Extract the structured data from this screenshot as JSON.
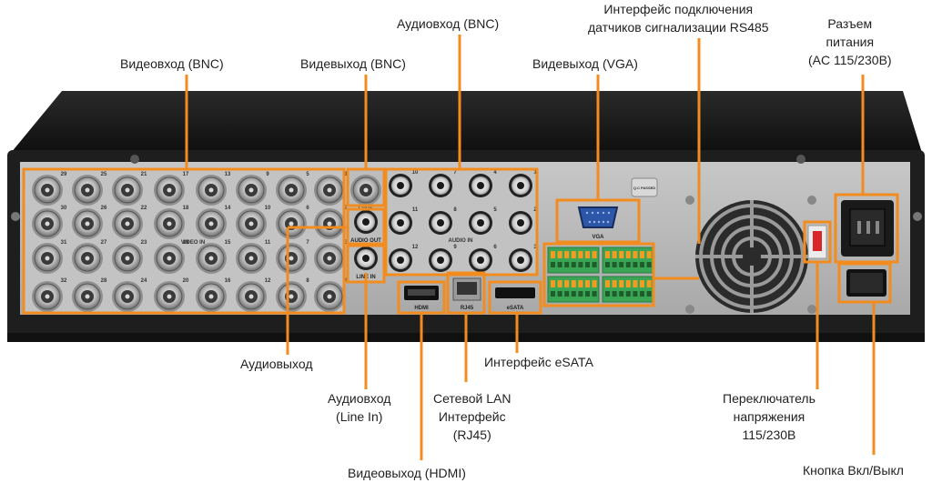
{
  "labels": {
    "video_in_bnc": "Видеовход (BNC)",
    "video_out_bnc": "Видевыход (BNC)",
    "audio_in_bnc": "Аудиовход (BNC)",
    "video_out_vga": "Видевыход (VGA)",
    "rs485_line1": "Интерфейс подключения",
    "rs485_line2": "датчиков сигнализации RS485",
    "power_line1": "Разъем",
    "power_line2": "питания",
    "power_line3": "(AC 115/230В)",
    "audio_out": "Аудиовыход",
    "audio_in_line1": "Аудиовход",
    "audio_in_line2": "(Line In)",
    "lan_line1": "Сетевой LAN",
    "lan_line2": "Интерфейс",
    "lan_line3": "(RJ45)",
    "video_out_hdmi": "Видеовыход (HDMI)",
    "esata": "Интерфейс eSATA",
    "switch_line1": "Переключатель",
    "switch_line2": "напряжения",
    "switch_line3": "115/230В",
    "power_button": "Кнопка Вкл/Выкл"
  },
  "panel": {
    "cvbs": "CVBS",
    "audio_out": "AUDIO OUT",
    "line_in": "LINE IN",
    "video_in": "VIDEO IN",
    "audio_in": "AUDIO IN",
    "vga": "VGA",
    "hdmi": "HDMI",
    "rj45": "RJ45",
    "esata": "eSATA",
    "qc": "Q.C PASSED"
  },
  "video_in_numbers": [
    [
      "29",
      "25",
      "21",
      "17",
      "13",
      "9",
      "5",
      "1"
    ],
    [
      "30",
      "26",
      "22",
      "18",
      "14",
      "10",
      "6",
      "2"
    ],
    [
      "31",
      "27",
      "23",
      "19",
      "15",
      "11",
      "7",
      "3"
    ],
    [
      "32",
      "28",
      "24",
      "20",
      "16",
      "12",
      "8",
      "4"
    ]
  ],
  "audio_in_numbers": [
    [
      "10",
      "7",
      "4",
      "1"
    ],
    [
      "11",
      "8",
      "5",
      "2"
    ],
    [
      "12",
      "9",
      "6",
      "3"
    ]
  ],
  "colors": {
    "accent": "#f28c1e",
    "chassis": "#1c1c1c",
    "panel": "#b8b8b8",
    "terminal_green": "#3aa655"
  }
}
